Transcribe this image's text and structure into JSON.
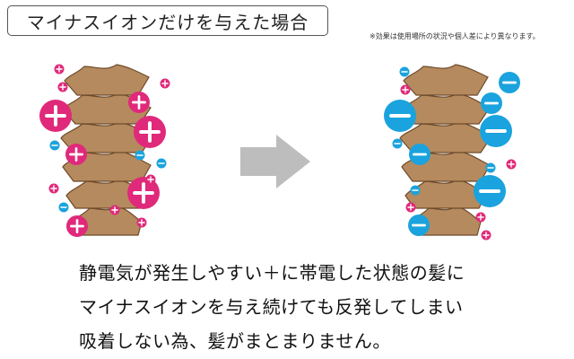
{
  "header": {
    "title": "マイナスイオンだけを与えた場合",
    "note": "※効果は使用場所の状況や個人差により異なります。"
  },
  "figure": {
    "left_hair": {
      "ions": [
        {
          "sign": "+",
          "size": "large"
        },
        {
          "sign": "+",
          "size": "large"
        },
        {
          "sign": "+",
          "size": "large"
        },
        {
          "sign": "+",
          "size": "medium"
        },
        {
          "sign": "+",
          "size": "medium"
        },
        {
          "sign": "+",
          "size": "medium"
        },
        {
          "sign": "+",
          "size": "small"
        },
        {
          "sign": "+",
          "size": "small"
        },
        {
          "sign": "+",
          "size": "small"
        },
        {
          "sign": "+",
          "size": "small"
        },
        {
          "sign": "+",
          "size": "small"
        },
        {
          "sign": "+",
          "size": "small"
        },
        {
          "sign": "+",
          "size": "small"
        },
        {
          "sign": "−",
          "size": "small"
        },
        {
          "sign": "−",
          "size": "small"
        },
        {
          "sign": "−",
          "size": "small"
        },
        {
          "sign": "−",
          "size": "small"
        }
      ]
    },
    "right_hair": {
      "ions": [
        {
          "sign": "−",
          "size": "large"
        },
        {
          "sign": "−",
          "size": "large"
        },
        {
          "sign": "−",
          "size": "large"
        },
        {
          "sign": "−",
          "size": "medium"
        },
        {
          "sign": "−",
          "size": "medium"
        },
        {
          "sign": "−",
          "size": "medium"
        },
        {
          "sign": "−",
          "size": "medium"
        },
        {
          "sign": "−",
          "size": "small"
        },
        {
          "sign": "−",
          "size": "small"
        },
        {
          "sign": "−",
          "size": "small"
        },
        {
          "sign": "−",
          "size": "small"
        },
        {
          "sign": "+",
          "size": "small"
        },
        {
          "sign": "+",
          "size": "small"
        },
        {
          "sign": "+",
          "size": "small"
        },
        {
          "sign": "+",
          "size": "small"
        },
        {
          "sign": "+",
          "size": "small"
        }
      ]
    },
    "colors": {
      "positive": "#e0297a",
      "negative": "#1aa3de",
      "hair_fill": "#b58a5e",
      "hair_stroke": "#6e4a2a",
      "arrow": "#bdbdbd"
    }
  },
  "body": {
    "lines": [
      "静電気が発生しやすい＋に帯電した状態の髪に",
      "マイナスイオンを与え続けても反発してしまい",
      "吸着しない為、髪がまとまりません。"
    ]
  }
}
